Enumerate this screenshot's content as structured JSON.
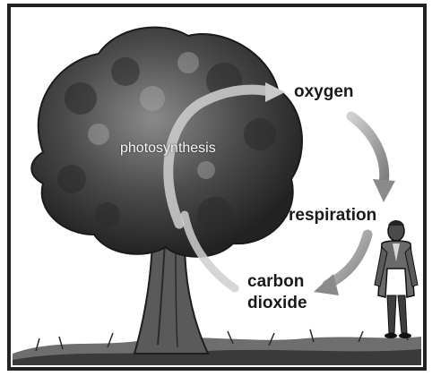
{
  "diagram": {
    "labels": {
      "photosynthesis": "photosynthesis",
      "oxygen": "oxygen",
      "respiration": "respiration",
      "carbon": "carbon",
      "dioxide": "dioxide"
    },
    "figures": {
      "tree": "tree-illustration",
      "person": "person-illustration"
    }
  }
}
